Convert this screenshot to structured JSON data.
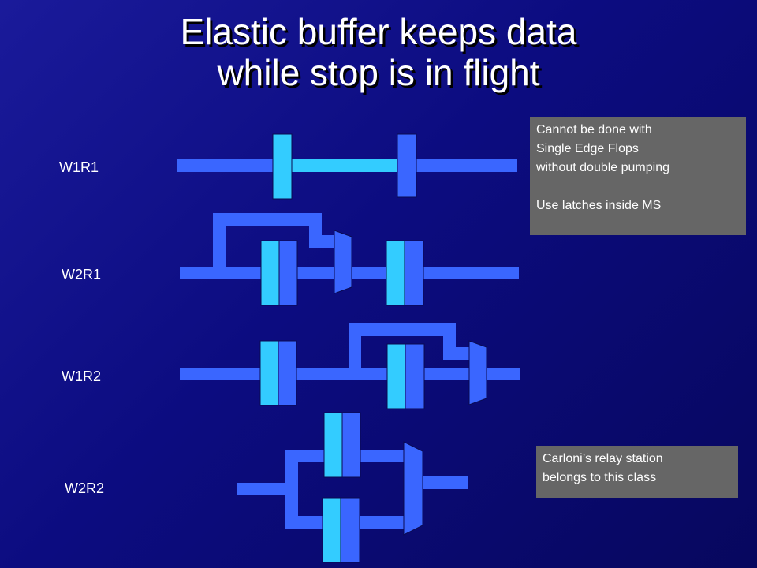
{
  "title": {
    "line1": "Elastic buffer keeps data",
    "line2": "while stop is in flight"
  },
  "rows": [
    {
      "label": "W1R1"
    },
    {
      "label": "W2R1"
    },
    {
      "label": "W1R2"
    },
    {
      "label": "W2R2"
    }
  ],
  "notes": {
    "top": {
      "lines": [
        "Cannot be done with",
        "Single Edge Flops",
        "without double pumping",
        "",
        "Use latches inside MS"
      ]
    },
    "bottom": {
      "lines": [
        "Carloni’s relay station",
        "belongs to this class"
      ]
    }
  },
  "colors": {
    "wire": "#3a66ff",
    "wire_light": "#33ccff",
    "latch_light": "#33ccff",
    "latch_dark": "#3a66ff",
    "note_bg": "#666666"
  }
}
